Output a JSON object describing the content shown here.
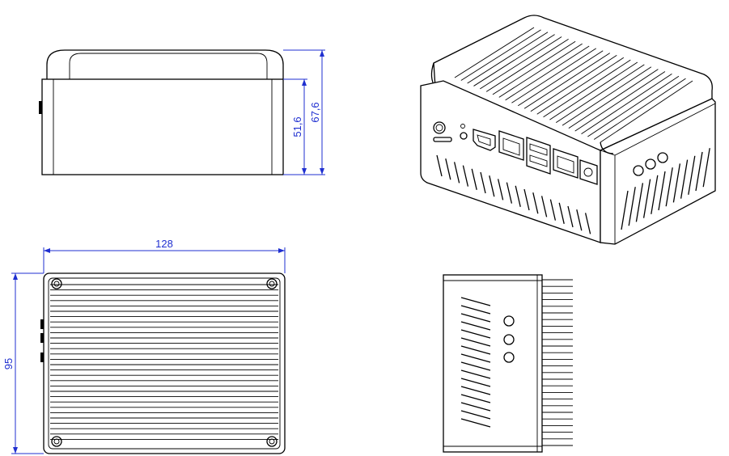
{
  "dimensions": {
    "height_inner": "51,6",
    "height_total": "67,6",
    "width": "128",
    "depth": "95"
  },
  "colors": {
    "dimension_lines": "#1f2fd0",
    "outline": "#000000"
  }
}
